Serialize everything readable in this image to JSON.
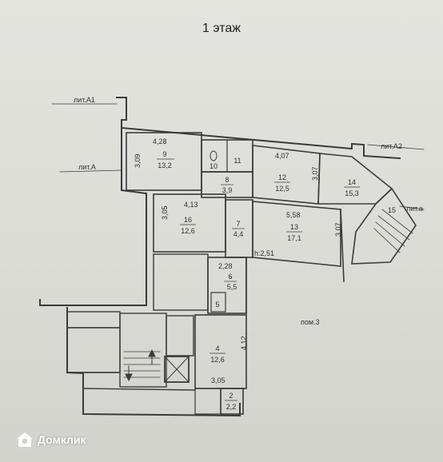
{
  "title": "1 этаж",
  "liters": {
    "a1": "лит.А1",
    "a": "лит.А",
    "a2": "лит.А2",
    "a_small": "лит.а"
  },
  "rooms": [
    {
      "id": "r9",
      "num": "9",
      "area": "13,2"
    },
    {
      "id": "r10",
      "num": "10",
      "area": ""
    },
    {
      "id": "r11",
      "num": "11",
      "area": ""
    },
    {
      "id": "r8",
      "num": "8",
      "area": "3,9"
    },
    {
      "id": "r12",
      "num": "12",
      "area": "12,5"
    },
    {
      "id": "r14",
      "num": "14",
      "area": "15,3"
    },
    {
      "id": "r15",
      "num": "15",
      "area": ""
    },
    {
      "id": "r16",
      "num": "16",
      "area": "12,6"
    },
    {
      "id": "r7",
      "num": "7",
      "area": "4,4"
    },
    {
      "id": "r13",
      "num": "13",
      "area": "17,1"
    },
    {
      "id": "r6",
      "num": "6",
      "area": "5,5"
    },
    {
      "id": "r5",
      "num": "5",
      "area": ""
    },
    {
      "id": "r4",
      "num": "4",
      "area": "12,6"
    },
    {
      "id": "r2",
      "num": "2",
      "area": "2,2"
    }
  ],
  "dimensions": {
    "d428": "4,28",
    "d309": "3,09",
    "d407": "4,07",
    "d307a": "3,07",
    "d413": "4,13",
    "d305a": "3,05",
    "d558": "5,58",
    "d307b": "3,07",
    "d228": "2,28",
    "d412": "4,12",
    "d305b": "3,05"
  },
  "height_label": "h:2,51",
  "premises_label": "пом.3",
  "watermark": "Домклик"
}
